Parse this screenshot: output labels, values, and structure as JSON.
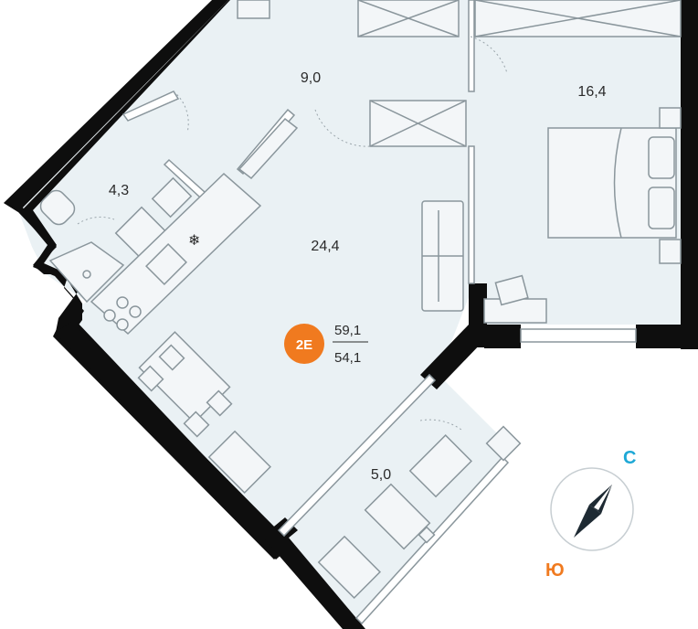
{
  "rooms": [
    {
      "id": "hallway",
      "area": "9,0"
    },
    {
      "id": "bedroom",
      "area": "16,4"
    },
    {
      "id": "bathroom",
      "area": "4,3"
    },
    {
      "id": "living-kitchen",
      "area": "24,4"
    },
    {
      "id": "balcony",
      "area": "5,0"
    }
  ],
  "badge": {
    "label": "2E",
    "color": "#f07a1f"
  },
  "areas": {
    "total": "59,1",
    "living": "54,1"
  },
  "compass": {
    "north": "С",
    "south": "Ю",
    "north_color": "#1ea8d6",
    "south_color": "#f07a1f"
  },
  "colors": {
    "wall": "#0e0e0e",
    "floor": "#eaf1f4",
    "furniture_stroke": "#8a969c"
  }
}
